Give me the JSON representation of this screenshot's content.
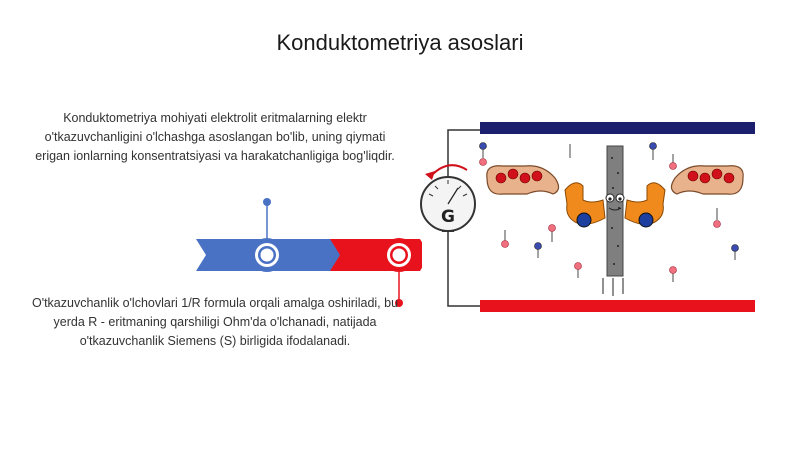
{
  "slide": {
    "title": "Konduktometriya asoslari",
    "paragraphs": [
      "Konduktometriya mohiyati elektrolit eritmalarning elektr o'tkazuvchanligini o'lchashga asoslangan bo'lib, uning qiymati erigan ionlarning konsentratsiyasi va harakatchanligiga bog'liqdir.",
      "O'tkazuvchanlik o'lchovlari 1/R formula orqali amalga oshiriladi, bu yerda R - eritmaning qarshiligi Ohm'da o'lchanadi, natijada o'tkazuvchanlik Siemens (S) birligida ifodalanadi."
    ]
  },
  "illustration": {
    "gauge_label": "G"
  },
  "colors": {
    "blue": "#4a72c4",
    "red": "#e8121c",
    "navy": "#1c1f6e",
    "orange": "#f08a1c"
  }
}
